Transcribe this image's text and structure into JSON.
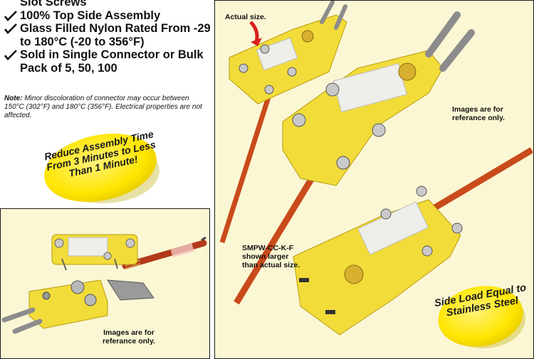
{
  "bullets": [
    "Slot Screws",
    "100% Top Side Assembly",
    "Glass Filled Nylon Rated From -29 to 180°C (-20 to 356°F)",
    "Sold in Single Connector or Bulk Pack of 5, 50, 100"
  ],
  "note": {
    "label": "Note:",
    "text": " Minor discoloration of connector may occur between 150°C (302°F) and 180°C (356°F). Electrical properties are not affected."
  },
  "callout": "Reduce Assembly Time From 3 Minutes to Less Than 1 Minute!",
  "left_panel": {
    "caption": "Images are for referance only."
  },
  "right_panel": {
    "actual_size": "Actual size.",
    "caption": "Images are for referance only.",
    "model_label": "SMPW-CC-K-F shown larger than actual size."
  },
  "stamp": "Side Load Equal to Stainless Steel",
  "colors": {
    "connector_yellow": "#f2dc3a",
    "cable_orange": "#c94a1b",
    "panel_bg": "#fbf7d4",
    "callout_yellow": "#ffe600"
  }
}
